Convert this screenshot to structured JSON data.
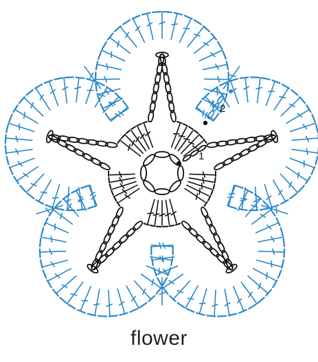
{
  "caption": "flower",
  "row_labels": [
    "1",
    "2"
  ],
  "colors": {
    "round1": "#111111",
    "round2": "#2a86c7",
    "background": "#ffffff"
  },
  "symbols": {
    "center_ring": "chain-ring-symbol",
    "chain": "chain-oval-symbol",
    "double_crochet": "double-crochet-symbol",
    "slip_stitch": "slip-stitch-dot"
  },
  "petal_count": 5,
  "round1_chains_per_petal": 7,
  "round2_stitches_per_petal": 21
}
